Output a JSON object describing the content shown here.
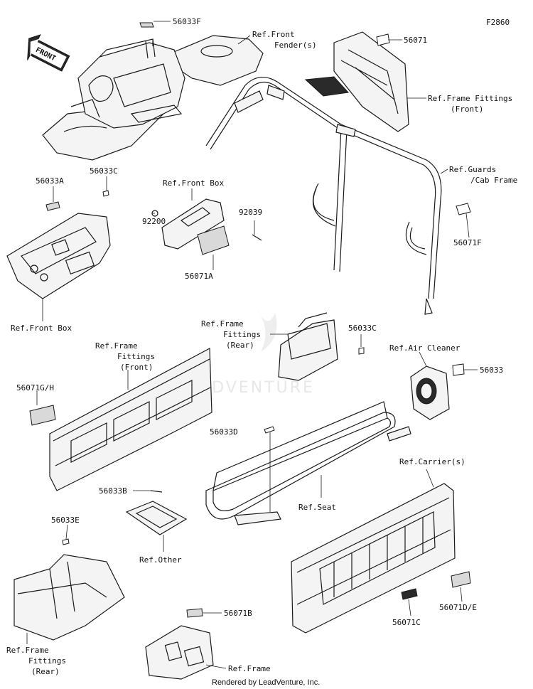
{
  "diagram_code": "F2860",
  "front_arrow_label": "FRONT",
  "watermark": "LEADVENTURE",
  "footer": "Rendered by LeadVenture, Inc.",
  "parts": {
    "p56033F": "56033F",
    "p56071": "56071",
    "p56033A": "56033A",
    "p56033C_1": "56033C",
    "p92200": "92200",
    "p92039": "92039",
    "p56071A": "56071A",
    "p56071F": "56071F",
    "p56033C_2": "56033C",
    "p56033": "56033",
    "p56071GH": "56071G/H",
    "p56033D": "56033D",
    "p56033B": "56033B",
    "p56033E": "56033E",
    "p56071B": "56071B",
    "p56071C": "56071C",
    "p56071DE": "56071D/E"
  },
  "refs": {
    "front_fender_1": "Ref.Front",
    "front_fender_2": "Fender(s)",
    "frame_fittings_front_top_1": "Ref.Frame Fittings",
    "frame_fittings_front_top_2": "(Front)",
    "guards_1": "Ref.Guards",
    "guards_2": "/Cab Frame",
    "front_box_top": "Ref.Front Box",
    "front_box_bottom": "Ref.Front Box",
    "frame_fittings_rear_mid_1": "Ref.Frame",
    "frame_fittings_rear_mid_2": "Fittings",
    "frame_fittings_rear_mid_3": "(Rear)",
    "air_cleaner": "Ref.Air Cleaner",
    "frame_fittings_front_mid_1": "Ref.Frame",
    "frame_fittings_front_mid_2": "Fittings",
    "frame_fittings_front_mid_3": "(Front)",
    "carriers": "Ref.Carrier(s)",
    "seat": "Ref.Seat",
    "other": "Ref.Other",
    "frame_fittings_rear_bot_1": "Ref.Frame",
    "frame_fittings_rear_bot_2": "Fittings",
    "frame_fittings_rear_bot_3": "(Rear)",
    "frame": "Ref.Frame"
  }
}
